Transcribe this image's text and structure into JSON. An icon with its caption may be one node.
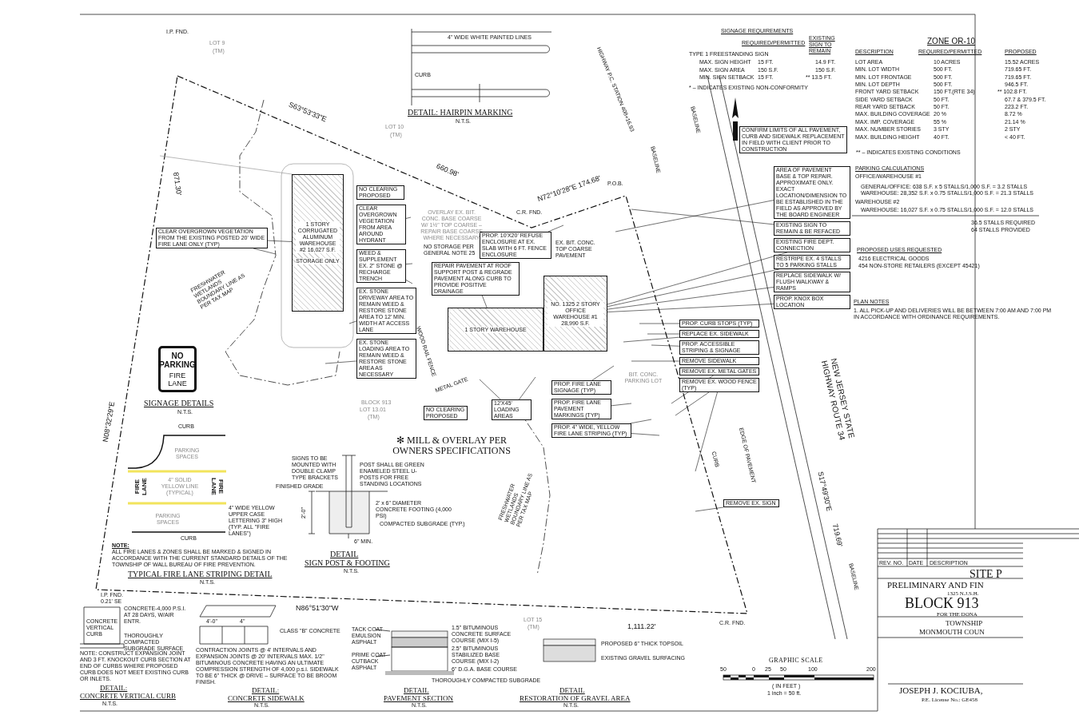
{
  "diagram": {
    "nodes": [
      {
        "text": [
          "1 STORY CORRUGATED ALUMINUM WAREHOUSE #2 16,027 S.F.",
          "STORAGE ONLY"
        ]
      },
      {
        "text": [
          "1 STORY WAREHOUSE"
        ]
      },
      {
        "text": [
          "NO. 1325 2 STORY OFFICE WAREHOUSE #1 28,990 S.F."
        ]
      },
      {
        "text": [
          "CLEAR OVERGROWN VEGETATION FROM THE EXISTING POSTED 20' WIDE FIRE LANE ONLY (TYP)"
        ]
      },
      {
        "text": [
          "NO CLEARING PROPOSED"
        ]
      },
      {
        "text": [
          "CLEAR OVERGROWN VEGETATION FROM AREA AROUND HYDRANT"
        ]
      },
      {
        "text": [
          "WEED & SUPPLEMENT EX. 2\" STONE @ RECHARGE TRENCH"
        ]
      },
      {
        "text": [
          "EX. STONE DRIVEWAY AREA TO REMAIN WEED & RESTORE STONE AREA TO 12' MIN. WIDTH AT ACCESS LANE"
        ]
      },
      {
        "text": [
          "EX. STONE LOADING AREA TO REMAIN WEED & RESTORE STONE AREA AS NECESSARY"
        ]
      },
      {
        "text": [
          "PROP. 10'X20' REFUSE ENCLOSURE AT EX. SLAB WITH 6 FT. FENCE ENCLOSURE"
        ]
      },
      {
        "text": [
          "REPAIR PAVEMENT AT ROOF SUPPORT POST & REGRADE PAVEMENT ALONG CURB TO PROVIDE POSITIVE DRAINAGE"
        ]
      },
      {
        "text": [
          "NO CLEARING PROPOSED"
        ]
      },
      {
        "text": [
          "12'X45' LOADING AREAS"
        ]
      },
      {
        "text": [
          "AREA OF PAVEMENT BASE & TOP REPAIR. APPROXIMATE ONLY. EXACT LOCATION/DIMENSION TO BE ESTABLISHED IN THE FIELD AS APPROVED BY THE BOARD ENGINEER"
        ]
      },
      {
        "text": [
          "EXISTING SIGN TO REMAIN & BE REFACED"
        ]
      },
      {
        "text": [
          "EXISTING FIRE DEPT. CONNECTION"
        ]
      },
      {
        "text": [
          "RESTRIPE EX. 4 STALLS TO 5 PARKING STALLS"
        ]
      },
      {
        "text": [
          "REPLACE SIDEWALK W/ FLUSH WALKWAY & RAMPS"
        ]
      },
      {
        "text": [
          "PROP. KNOX BOX LOCATION"
        ]
      },
      {
        "text": [
          "PROP. CURB STOPS (TYP)"
        ]
      },
      {
        "text": [
          "REPLACE EX. SIDEWALK"
        ]
      },
      {
        "text": [
          "PROP. ACCESSIBLE STRIPING & SIGNAGE"
        ]
      },
      {
        "text": [
          "REMOVE SIDEWALK"
        ]
      },
      {
        "text": [
          "REMOVE EX. METAL GATES"
        ]
      },
      {
        "text": [
          "PROP. FIRE LANE SIGNAGE (TYP)"
        ]
      },
      {
        "text": [
          "PROP. FIRE LANE PAVEMENT MARKINGS (TYP)"
        ]
      },
      {
        "text": [
          "PROP. 4\" WIDE, YELLOW FIRE LANE STRIPING (TYP)"
        ]
      },
      {
        "text": [
          "REMOVE EX. WOOD FENCE (TYP)"
        ]
      },
      {
        "text": [
          "REMOVE EX. SIGN"
        ]
      },
      {
        "text": [
          "CONFIRM LIMITS OF ALL PAVEMENT, CURB AND SIDEWALK REPLACEMENT IN FIELD WITH CLIENT PRIOR TO CONSTRUCTION"
        ]
      },
      {
        "text": [
          "NO PARKING",
          "FIRE LANE"
        ]
      }
    ],
    "edges": [
      {
        "from": 3,
        "to": null,
        "arrow": "none"
      },
      {
        "from": 3,
        "to": 0,
        "arrow": "none"
      },
      {
        "from": 5,
        "to": null,
        "arrow": "none"
      },
      {
        "from": 6,
        "to": null,
        "arrow": "none"
      },
      {
        "from": 6,
        "to": null,
        "arrow": "none"
      },
      {
        "from": 7,
        "to": null,
        "arrow": "none"
      },
      {
        "from": 8,
        "to": null,
        "arrow": "none"
      },
      {
        "from": 9,
        "to": null,
        "arrow": "none"
      },
      {
        "from": 10,
        "to": 1,
        "arrow": "none"
      },
      {
        "from": 12,
        "to": null,
        "arrow": "none"
      },
      {
        "from": 12,
        "to": null,
        "arrow": "none"
      },
      {
        "from": 13,
        "to": null,
        "arrow": "none"
      },
      {
        "from": 14,
        "to": null,
        "arrow": "none"
      },
      {
        "from": 15,
        "to": 2,
        "arrow": "none"
      },
      {
        "from": 16,
        "to": 2,
        "arrow": "none"
      },
      {
        "from": 17,
        "to": 2,
        "arrow": "none"
      },
      {
        "from": 18,
        "to": 2,
        "arrow": "none"
      },
      {
        "from": 19,
        "to": null,
        "arrow": "none"
      },
      {
        "from": 20,
        "to": null,
        "arrow": "none"
      },
      {
        "from": 20,
        "to": null,
        "arrow": "none"
      },
      {
        "from": 21,
        "to": null,
        "arrow": "none"
      },
      {
        "from": 22,
        "to": null,
        "arrow": "none"
      },
      {
        "from": 23,
        "to": null,
        "arrow": "none"
      },
      {
        "from": 24,
        "to": null,
        "arrow": "none"
      },
      {
        "from": 25,
        "to": null,
        "arrow": "none"
      },
      {
        "from": 26,
        "to": null,
        "arrow": "none"
      },
      {
        "from": 26,
        "to": null,
        "arrow": "none"
      },
      {
        "from": 27,
        "to": null,
        "arrow": "none"
      },
      {
        "from": 27,
        "to": null,
        "arrow": "none"
      },
      {
        "from": 28,
        "to": null,
        "arrow": "none"
      }
    ],
    "labels": [
      "I.P. FND.",
      "LOT 9",
      "(TM)",
      "S63°53'33\"E",
      "4\" WIDE WHITE PAINTED LINES",
      "CURB",
      "DETAIL: HAIRPIN MARKING",
      "N.T.S.",
      "LOT 10",
      "(TM)",
      "660.98'",
      "OVERLAY EX. BIT. CONC. BASE COARSE W/ 1½\" TOP COARSE – REPAIR BASE COARSE WHERE NECESSARY",
      "NO STORAGE PER GENERAL NOTE 25",
      "EX. BIT. CONC. TOP COARSE PAVEMENT",
      "C.R. FND.",
      "N72°10'28\"E 174.68'",
      "P.O.B.",
      "HIGHWAY P.C. STATION 408+16.93",
      "FRESHWATER WETLANDS BOUNDARY LINE AS PER TAX MAP",
      "WOOD RAIL FENCE",
      "871.30'",
      "N08°32'29\"E",
      "METAL GATE",
      "BIT. CONC. PARKING LOT",
      "NEW JERSEY STATE HIGHWAY ROUTE 34",
      "S17°49'30\"E",
      "719.69'",
      "CURB",
      "EDGE OF PAVEMENT",
      "BASELINE",
      "BASELINE",
      "BASELINE",
      "SIGNAGE DETAILS",
      "N.T.S.",
      "BLOCK 913",
      "LOT 13.01",
      "(TM)",
      "✻ MILL & OVERLAY PER OWNERS SPECIFICATIONS",
      "FRESHWATER WETLANDS BOUNDARY LINE AS PER TAX MAP",
      "CURB",
      "PARKING SPACES",
      "FIRE LANE",
      "4\" SOLID YELLOW LINE (TYPICAL)",
      "FIRE LANE",
      "4\" WIDE YELLOW UPPER CASE LETTERING 3\" HIGH (TYP. ALL \"FIRE LANES\")",
      "PARKING SPACES",
      "CURB",
      "NOTE:",
      "ALL FIRE LANES & ZONES SHALL BE MARKED & SIGNED IN ACCORDANCE WITH THE CURRENT STANDARD DETAILS OF THE TOWNSHIP OF WALL BUREAU OF FIRE PREVENTION.",
      "TYPICAL FIRE LANE STRIPING DETAIL",
      "N.T.S.",
      "SIGNS TO BE MOUNTED WITH DOUBLE CLAMP TYPE BRACKETS",
      "POST SHALL BE GREEN ENAMELED STEEL U-POSTS FOR FREE STANDING LOCATIONS",
      "FINISHED GRADE",
      "2'-0\"",
      "2' x 6\" DIAMETER CONCRETE FOOTING (4,000 PSI)",
      "COMPACTED SUBGRADE (TYP.)",
      "6\" MIN.",
      "DETAIL",
      "SIGN POST & FOOTING",
      "N.T.S.",
      "I.P. FND.",
      "0.21' SE",
      "N86°51'30\"W",
      "LOT 15",
      "(TM)",
      "1,111.22'",
      "C.R. FND.",
      "CONCRETE VERTICAL CURB",
      "CONCRETE-4,000 P.S.I. AT 28 DAYS, W/AIR ENTR.",
      "THOROUGHLY COMPACTED SUBGRADE SURFACE",
      "NOTE: CONSTRUCT EXPANSION JOINT AND 3 FT. KNOCKOUT CURB SECTION AT END OF CURBS WHERE PROPOSED CURB DOES NOT MEET EXISTING CURB OR INLETS.",
      "DETAIL:",
      "CONCRETE VERTICAL CURB",
      "N.T.S.",
      "4'-0\"",
      "4\"",
      "CLASS \"B\" CONCRETE",
      "CONTRACTION JOINTS @ 4' INTERVALS AND EXPANSION JOINTS @ 20' INTERVALS MAX. 1/2\" BITUMINOUS CONCRETE HAVING AN ULTIMATE COMPRESSION STRENGTH OF 4,000 p.s.i. SIDEWALK TO BE 6\" THICK @ DRIVE – SURFACE TO BE BROOM FINISH.",
      "DETAIL:",
      "CONCRETE SIDEWALK",
      "N.T.S.",
      "TACK COAT EMULSION ASPHALT",
      "PRIME COAT CUTBACK ASPHALT",
      "1.5\" BITUMINOUS CONCRETE SURFACE COURSE (MIX I-5)",
      "2.5\" BITUMINOUS STABILIZED BASE COURSE (MIX I-2)",
      "6\" D.G.A. BASE COURSE",
      "THOROUGHLY COMPACTED SUBGRADE",
      "DETAIL",
      "PAVEMENT SECTION",
      "N.T.S.",
      "PROPOSED 6\" THICK TOPSOIL",
      "EXISTING GRAVEL SURFACING",
      "DETAIL",
      "RESTORATION OF GRAVEL AREA",
      "N.T.S.",
      "GRAPHIC SCALE",
      "50",
      "0",
      "25",
      "50",
      "100",
      "200",
      "( IN FEET )",
      "1 inch = 50 ft.",
      "REV. NO.",
      "DATE",
      "DESCRIPTION",
      "SITE P",
      "PRELIMINARY AND FIN",
      "1325 N.J.S.H.",
      "BLOCK 913",
      "FOR THE DONA",
      "TOWNSHIP",
      "MONMOUTH COUN",
      "JOSEPH J. KOCIUBA,",
      "P.E. License No.: GE458",
      "SIGNAGE REQUIREMENTS",
      "REQUIRED/PERMITTED",
      "EXISTING SIGN TO REMAIN",
      "TYPE 1 FREESTANDING SIGN",
      "MAX. SIGN HEIGHT",
      "15 FT.",
      "14.9 FT.",
      "MAX. SIGN AREA",
      "150 S.F.",
      "150 S.F.",
      "MIN. SIGN SETBACK",
      "15 FT.",
      "** 13.5 FT.",
      "* – INDICATES EXISTING NON-CONFORMITY",
      "ZONE OR-10",
      "DESCRIPTION",
      "REQUIRED/PERMITTED",
      "PROPOSED",
      "LOT AREA",
      "10 ACRES",
      "15.52 ACRES",
      "MIN. LOT WIDTH",
      "500 FT.",
      "719.65 FT.",
      "MIN. LOT FRONTAGE",
      "500 FT.",
      "719.65 FT.",
      "MIN. LOT DEPTH",
      "500 FT.",
      "946.5 FT.",
      "FRONT YARD SETBACK",
      "150 FT.(RTE 34)",
      "** 102.8 FT.",
      "SIDE YARD SETBACK",
      "50 FT.",
      "67.7 & 379.5 FT.",
      "REAR YARD SETBACK",
      "50 FT.",
      "223.2 FT.",
      "MAX. BUILDING COVERAGE",
      "20 %",
      "8.72 %",
      "MAX. IMP. COVERAGE",
      "55 %",
      "21.14 %",
      "MAX. NUMBER STORIES",
      "3 STY",
      "2 STY",
      "MAX. BUILDING HEIGHT",
      "40 FT.",
      "< 40 FT.",
      "** – INDICATES EXISTING CONDITIONS",
      "PARKING CALCULATIONS",
      "OFFICE/WAREHOUSE #1",
      "GENERAL/OFFICE: 638 S.F. x 5 STALLS/1,000 S.F. = 3.2 STALLS",
      "WAREHOUSE: 28,352 S.F. x 0.75 STALLS/1,000 S.F. = 21.3 STALLS",
      "WAREHOUSE #2",
      "WAREHOUSE: 16,027 S.F. x 0.75 STALLS/1,000 S.F. = 12.0 STALLS",
      "36.5 STALLS REQUIRED",
      "64 STALLS PROVIDED",
      "PROPOSED USES REQUESTED",
      "4216 ELECTRICAL GOODS",
      "454 NON-STORE RETAILERS (EXCEPT 45421)",
      "PLAN NOTES",
      "1. ALL PICK-UP AND DELIVERIES WILL BE BETWEEN 7:00 AM AND 7:00 PM IN ACCORDANCE WITH ORDINANCE REQUIREMENTS."
    ]
  }
}
